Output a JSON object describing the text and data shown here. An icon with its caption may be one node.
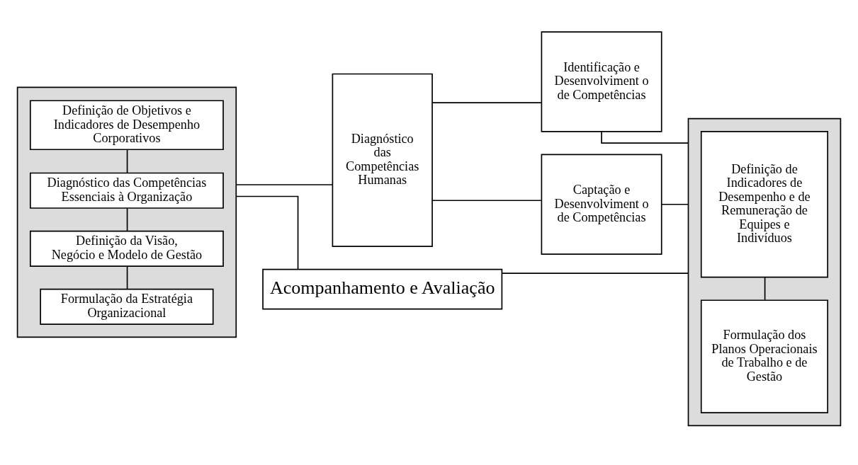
{
  "diagram": {
    "nodes": [
      {
        "text": [],
        "shape": "box"
      },
      {
        "text": [
          "Formulação da Estratégia Organizacional"
        ],
        "in": 0
      },
      {
        "text": [
          "Definição da Visão, Negócio e Modelo de Gestão"
        ],
        "in": 0
      },
      {
        "text": [
          "Diagnóstico das Competências Essenciais à Organização"
        ],
        "in": 0
      },
      {
        "text": [
          "Definição de Objetivos e Indicadores de Desempenho Corporativos"
        ],
        "in": 0
      },
      {
        "text": [
          "Diagnóstico das Competências Humanas"
        ]
      },
      {
        "text": [
          "Identificação e Desenvolviment o de Competências"
        ]
      },
      {
        "text": [
          "Captação e Desenvolviment o de Competências"
        ]
      },
      {
        "text": [],
        "shape": "box"
      },
      {
        "text": [
          "Formulação dos Planos Operacionais de Trabalho e de Gestão"
        ],
        "in": 8
      },
      {
        "text": [
          "Definição de Indicadores de Desempenho e de Remuneração de Equipes e Indivíduos"
        ],
        "in": 8
      },
      {
        "text": [
          "Acompanhamento e Avaliação"
        ]
      }
    ],
    "edges": [
      {
        "from": 1,
        "to": 2,
        "arrow": "none"
      },
      {
        "from": 2,
        "to": 3,
        "arrow": "none"
      },
      {
        "from": 3,
        "to": 4,
        "arrow": "none"
      },
      {
        "from": 0,
        "to": 5,
        "arrow": "none"
      },
      {
        "from": 5,
        "to": 6,
        "arrow": "none"
      },
      {
        "from": 5,
        "to": 7,
        "arrow": "none"
      },
      {
        "from": 6,
        "to": 8,
        "arrow": "none"
      },
      {
        "from": 7,
        "to": 8,
        "arrow": "none"
      },
      {
        "from": 9,
        "to": 10,
        "arrow": "none"
      },
      {
        "from": 0,
        "to": 11,
        "arrow": "none"
      },
      {
        "from": 11,
        "to": 8,
        "arrow": "none"
      }
    ]
  }
}
